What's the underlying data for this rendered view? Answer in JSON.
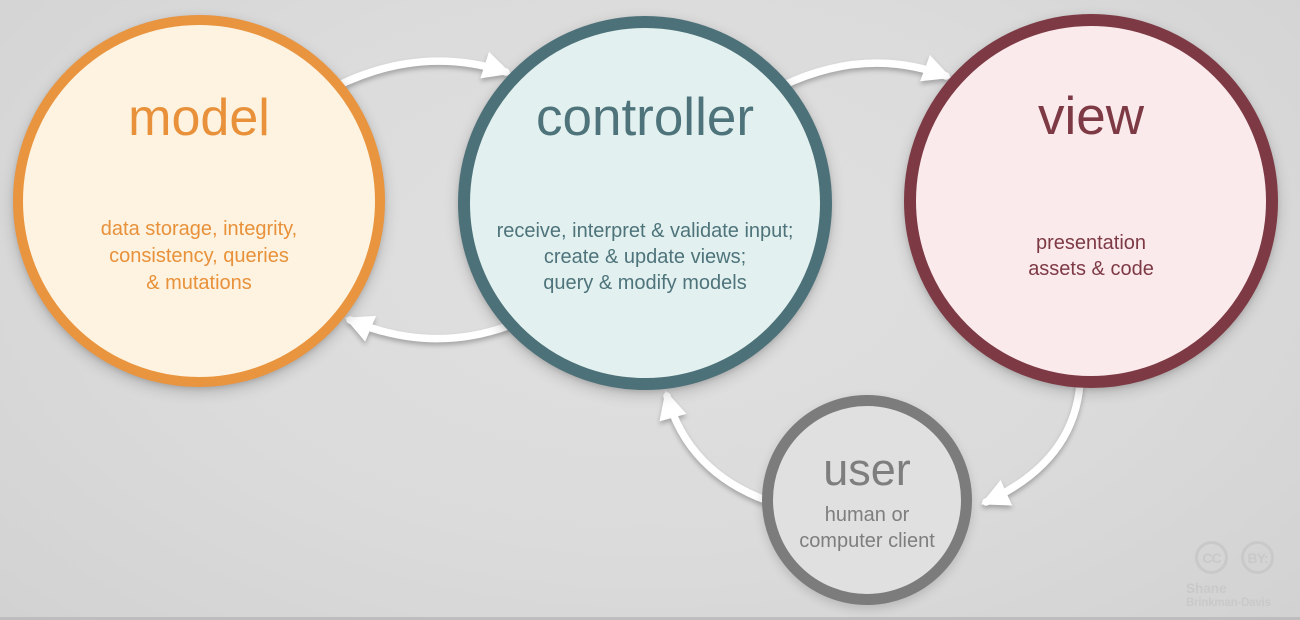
{
  "colors": {
    "background": "#dbdbdb",
    "background_edge": "#d2d2d2",
    "bottom_strip": "#bdbdbd",
    "arrow": "#ffffff",
    "model_border": "#e9943f",
    "model_fill": "#fdf3e0",
    "model_text": "#e8913a",
    "controller_border": "#4d7179",
    "controller_fill": "#e2f1ef",
    "controller_text": "#4e737b",
    "view_border": "#7d3a44",
    "view_fill": "#fbeaec",
    "view_text": "#7d3a45",
    "user_border": "#7c7c7c",
    "user_fill": "#e0e0e0",
    "user_text": "#7e7e7e",
    "attribution": "#c9c9c9"
  },
  "circles": {
    "model": {
      "title": "model",
      "subtitle": "data storage, integrity,\nconsistency, queries\n& mutations"
    },
    "controller": {
      "title": "controller",
      "subtitle": "receive, interpret & validate input;\ncreate & update views;\nquery & modify models"
    },
    "view": {
      "title": "view",
      "subtitle": "presentation\nassets & code"
    },
    "user": {
      "title": "user",
      "subtitle": "human or\ncomputer client"
    }
  },
  "attribution": {
    "cc": "CC",
    "by": "BY:",
    "author_line1": "Shane",
    "author_line2": "Brinkman-Davis"
  }
}
